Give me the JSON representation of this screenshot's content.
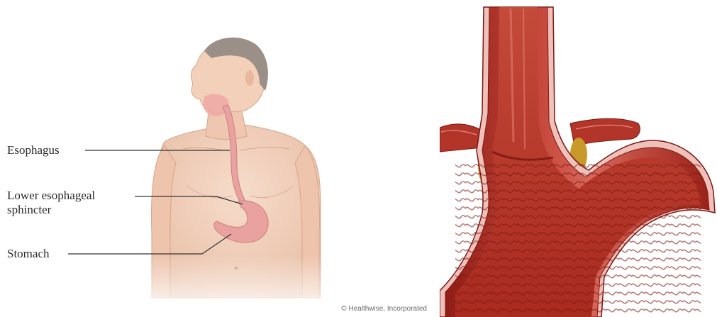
{
  "labels": {
    "esophagus": "Esophagus",
    "les_line1": "Lower esophageal",
    "les_line2": "sphincter",
    "stomach": "Stomach"
  },
  "credit": "© Healthwise, Incorporated",
  "colors": {
    "skin": "#f2d2bd",
    "skin_shadow": "#e3b79d",
    "hair": "#9a9087",
    "organ_pink": "#e9a2a0",
    "muscle_red": "#b83226",
    "muscle_dark": "#8e1d16",
    "fat_yellow": "#c99a2a"
  }
}
